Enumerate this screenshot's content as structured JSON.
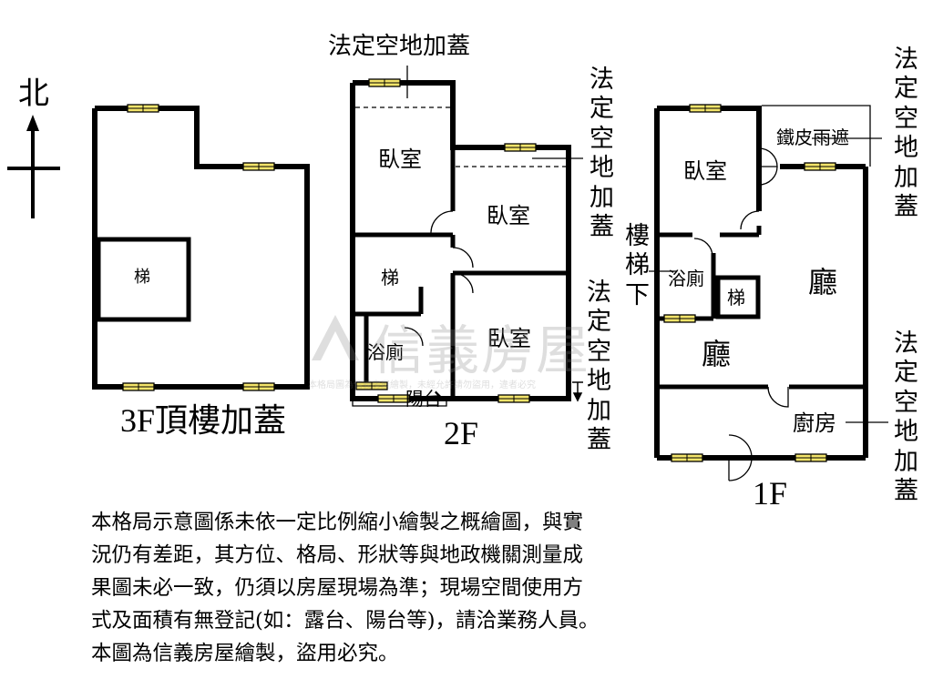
{
  "compass": {
    "label": "北"
  },
  "floors": {
    "f3": {
      "title": "3F頂樓加蓋",
      "rooms": {
        "stairs": "梯"
      }
    },
    "f2": {
      "title": "2F",
      "rooms": {
        "bedroom_a": "臥室",
        "bedroom_b": "臥室",
        "bedroom_c": "臥室",
        "stairs": "梯",
        "bathroom": "浴廁",
        "balcony": "陽台"
      }
    },
    "f1": {
      "title": "1F",
      "rooms": {
        "bedroom": "臥室",
        "living_a": "廳",
        "living_b": "廳",
        "bathroom": "浴廁",
        "stairs": "梯",
        "kitchen": "廚房",
        "under_stairs": "樓梯下"
      }
    }
  },
  "annotations": {
    "legal_extension": "法定空地加蓋",
    "legal_extension_chars": [
      "法",
      "定",
      "空",
      "地",
      "加",
      "蓋"
    ],
    "under_stairs_chars": [
      "樓",
      "梯",
      "下"
    ],
    "iron_canopy": "鐵皮雨遮"
  },
  "watermark": {
    "brand": "信義房屋",
    "subtext": "本格局圖為信義房屋繪製，未經允許請勿盜用，違者必究"
  },
  "disclaimer": {
    "lines": [
      "本格局示意圖係未依一定比例縮小繪製之概繪圖，與實",
      "況仍有差距，其方位、格局、形狀等與地政機關測量成",
      "果圖未必一致，仍須以房屋現場為準；現場空間使用方",
      "式及面積有無登記(如：露台、陽台等)，請洽業務人員。",
      "本圖為信義房屋繪製，盜用必究。"
    ]
  },
  "colors": {
    "wall": "#000000",
    "window_fill": "#f3e46a",
    "watermark": "#8a8a8a"
  }
}
